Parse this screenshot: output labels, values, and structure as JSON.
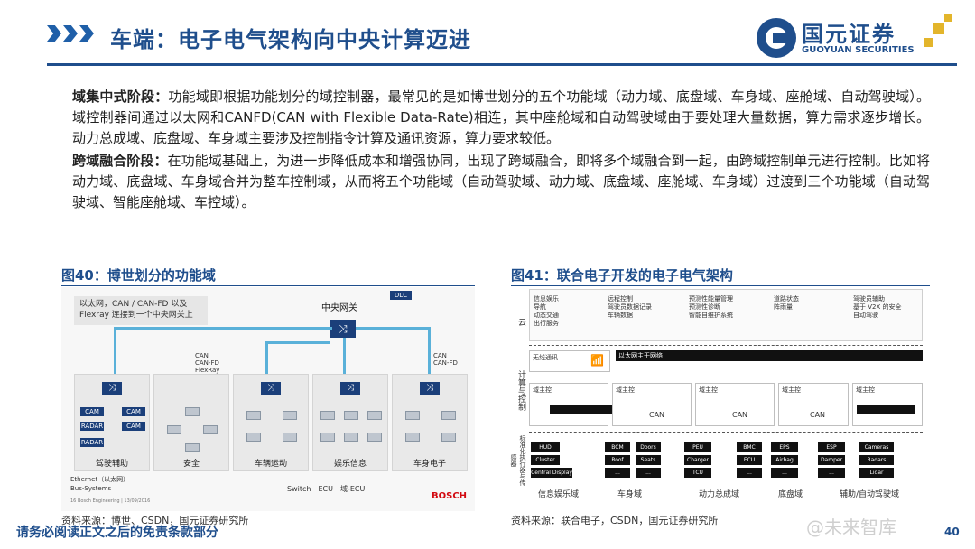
{
  "header": {
    "title": "车端：电子电气架构向中央计算迈进",
    "logo_cn": "国元证券",
    "logo_en": "GUOYUAN SECURITIES",
    "colors": {
      "brand": "#1f4e8c",
      "accent": "#e3b52b"
    }
  },
  "body": {
    "p1_label": "域集中式阶段：",
    "p1_text": "功能域即根据功能划分的域控制器，最常见的是如博世划分的五个功能域（动力域、底盘域、车身域、座舱域、自动驾驶域）。域控制器间通过以太网和CANFD(CAN with Flexible Data-Rate)相连，其中座舱域和自动驾驶域由于要处理大量数据，算力需求逐步增长。动力总成域、底盘域、车身域主要涉及控制指令计算及通讯资源，算力要求较低。",
    "p2_label": "跨域融合阶段：",
    "p2_text": "在功能域基础上，为进一步降低成本和增强协同，出现了跨域融合，即将多个域融合到一起，由跨域控制单元进行控制。比如将动力域、底盘域、车身域合并为整车控制域，从而将五个功能域（自动驾驶域、动力域、底盘域、座舱域、车身域）过渡到三个功能域（自动驾驶域、智能座舱域、车控域）。"
  },
  "fig40": {
    "caption": "图40：博世划分的功能域",
    "note": "以太网，CAN / CAN-FD 以及 Flexray 连接到一个中央网关上",
    "gateway": "中央网关",
    "dlc": "DLC",
    "bus1": "CAN\nCAN-FD\nFlexRay",
    "bus2": "CAN\nCAN-FD",
    "panels": [
      "驾驶辅助",
      "安全",
      "车辆运动",
      "娱乐信息",
      "车身电子"
    ],
    "tags": [
      "CAM",
      "RADAR",
      "CAM",
      "CAM",
      "RADAR"
    ],
    "legend_eth": "Ethernet（以太网）",
    "legend_bus": "Bus-Systems",
    "legend_switch": "Switch",
    "legend_ecu": "ECU",
    "legend_decu": "域-ECU",
    "credit": "Bosch Engineering | 13/09/2016",
    "brand": "BOSCH",
    "page_no": "16",
    "source": "资料来源：博世、CSDN，国元证券研究所"
  },
  "fig41": {
    "caption": "图41：联合电子开发的电子电气架构",
    "row_labels": [
      "云",
      "计算与控制",
      "标准化执行器与传感器"
    ],
    "cloud_cols": [
      [
        "信息娱乐",
        "导航",
        "动态交通",
        "出行服务"
      ],
      [
        "远程控制",
        "驾驶员数据记录",
        "车辆数据"
      ],
      [
        "预测性能量管理",
        "预测性诊断",
        "智能自维护系统"
      ],
      [
        "道路状态",
        "阵雨量"
      ],
      [
        "驾驶员辅助",
        "基于 V2X 的安全",
        "自动驾驶"
      ]
    ],
    "wireless": "无线通讯",
    "eth_backbone": "以太网主干网络",
    "domain_ctrl": "域主控",
    "can": "CAN",
    "nodes": [
      [
        "HUD",
        "Cluster",
        "Central Display"
      ],
      [
        "BCM",
        "Doors",
        "Roof",
        "Seats",
        "...",
        "..."
      ],
      [
        "PEU",
        "BMC",
        "Charger",
        "ECU",
        "TCU",
        "..."
      ],
      [
        "EPS",
        "Airbag",
        "..."
      ],
      [
        "ESP",
        "Damper",
        "..."
      ],
      [
        "Cameras",
        "Radars",
        "Lidar"
      ]
    ],
    "domains": [
      "信息娱乐域",
      "车身域",
      "动力总成域",
      "底盘域",
      "辅助/自动驾驶域"
    ],
    "source": "资料来源：联合电子，CSDN，国元证券研究所"
  },
  "footer": {
    "disclaimer": "请务必阅读正文之后的免责条款部分",
    "watermark": "@未来智库",
    "page": "40"
  }
}
